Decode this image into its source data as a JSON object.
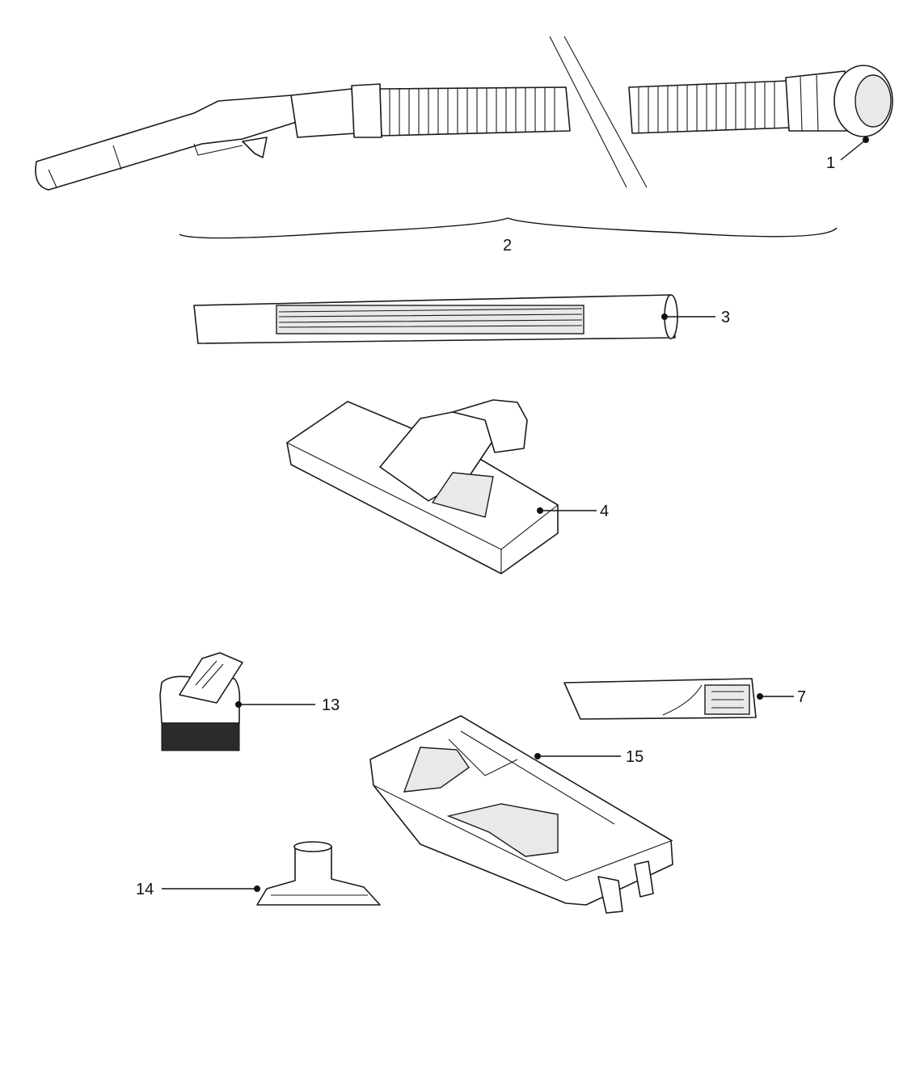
{
  "callouts": [
    {
      "id": "c1",
      "label": "1"
    },
    {
      "id": "c2",
      "label": "2"
    },
    {
      "id": "c3",
      "label": "3"
    },
    {
      "id": "c4",
      "label": "4"
    },
    {
      "id": "c7",
      "label": "7"
    },
    {
      "id": "c13",
      "label": "13"
    },
    {
      "id": "c14",
      "label": "14"
    },
    {
      "id": "c15",
      "label": "15"
    }
  ]
}
